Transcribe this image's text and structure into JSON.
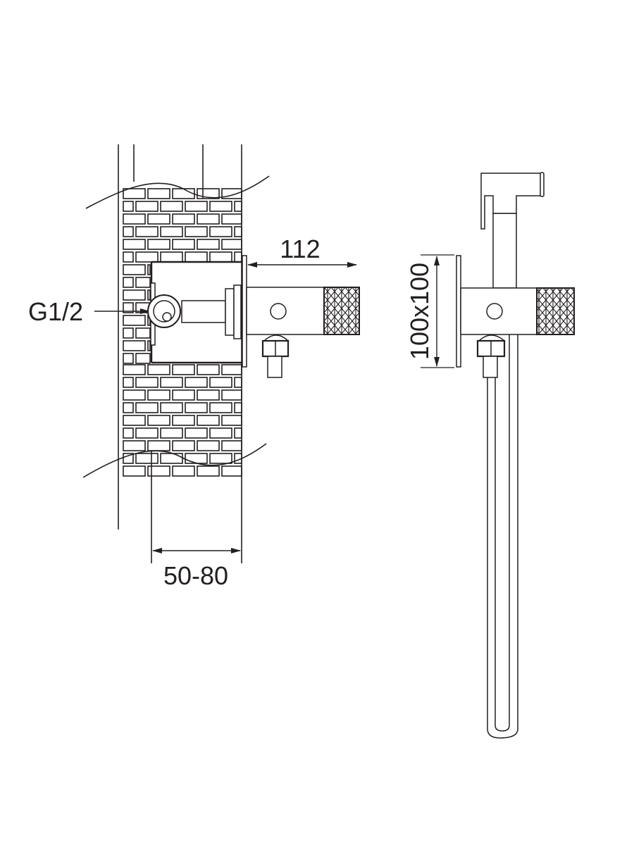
{
  "labels": {
    "depth_dimension": "112",
    "thread_size": "G1/2",
    "wall_thickness": "50-80",
    "plate_size": "100x100"
  },
  "colors": {
    "line": "#231f20",
    "background": "#ffffff"
  }
}
